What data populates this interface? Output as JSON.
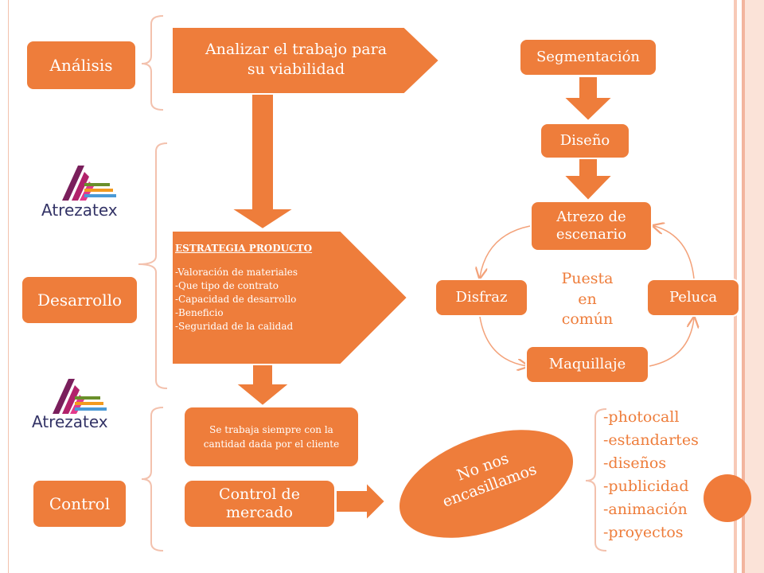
{
  "labels": {
    "analisis": "Análisis",
    "desarrollo": "Desarrollo",
    "control": "Control"
  },
  "flow": {
    "analizar": [
      "Analizar el trabajo para",
      "su viabilidad"
    ],
    "estrategia_title": "ESTRATEGIA PRODUCTO",
    "estrategia_items": [
      "-Valoración de materiales",
      "-Que tipo de contrato",
      "-Capacidad de desarrollo",
      "-Beneficio",
      "-Seguridad de la calidad"
    ],
    "se_trabaja": "Se trabaja siempre con la cantidad dada por el cliente",
    "control_mercado": "Control de mercado",
    "no_nos": [
      "No nos",
      "encasillamos"
    ]
  },
  "right": {
    "segmentacion": "Segmentación",
    "diseno": "Diseño",
    "atrezo": "Atrezo de escenario",
    "disfraz": "Disfraz",
    "peluca": "Peluca",
    "maquillaje": "Maquillaje",
    "puesta": [
      "Puesta",
      "en",
      "común"
    ]
  },
  "list": [
    "-photocall",
    "-estandartes",
    "-diseños",
    "-publicidad",
    "-animación",
    "-proyectos"
  ],
  "logo": {
    "text": "Atrezatex"
  },
  "colors": {
    "accent": "#ee7d3b",
    "bracket": "#f3c1ad",
    "logo_text": "#333366"
  }
}
